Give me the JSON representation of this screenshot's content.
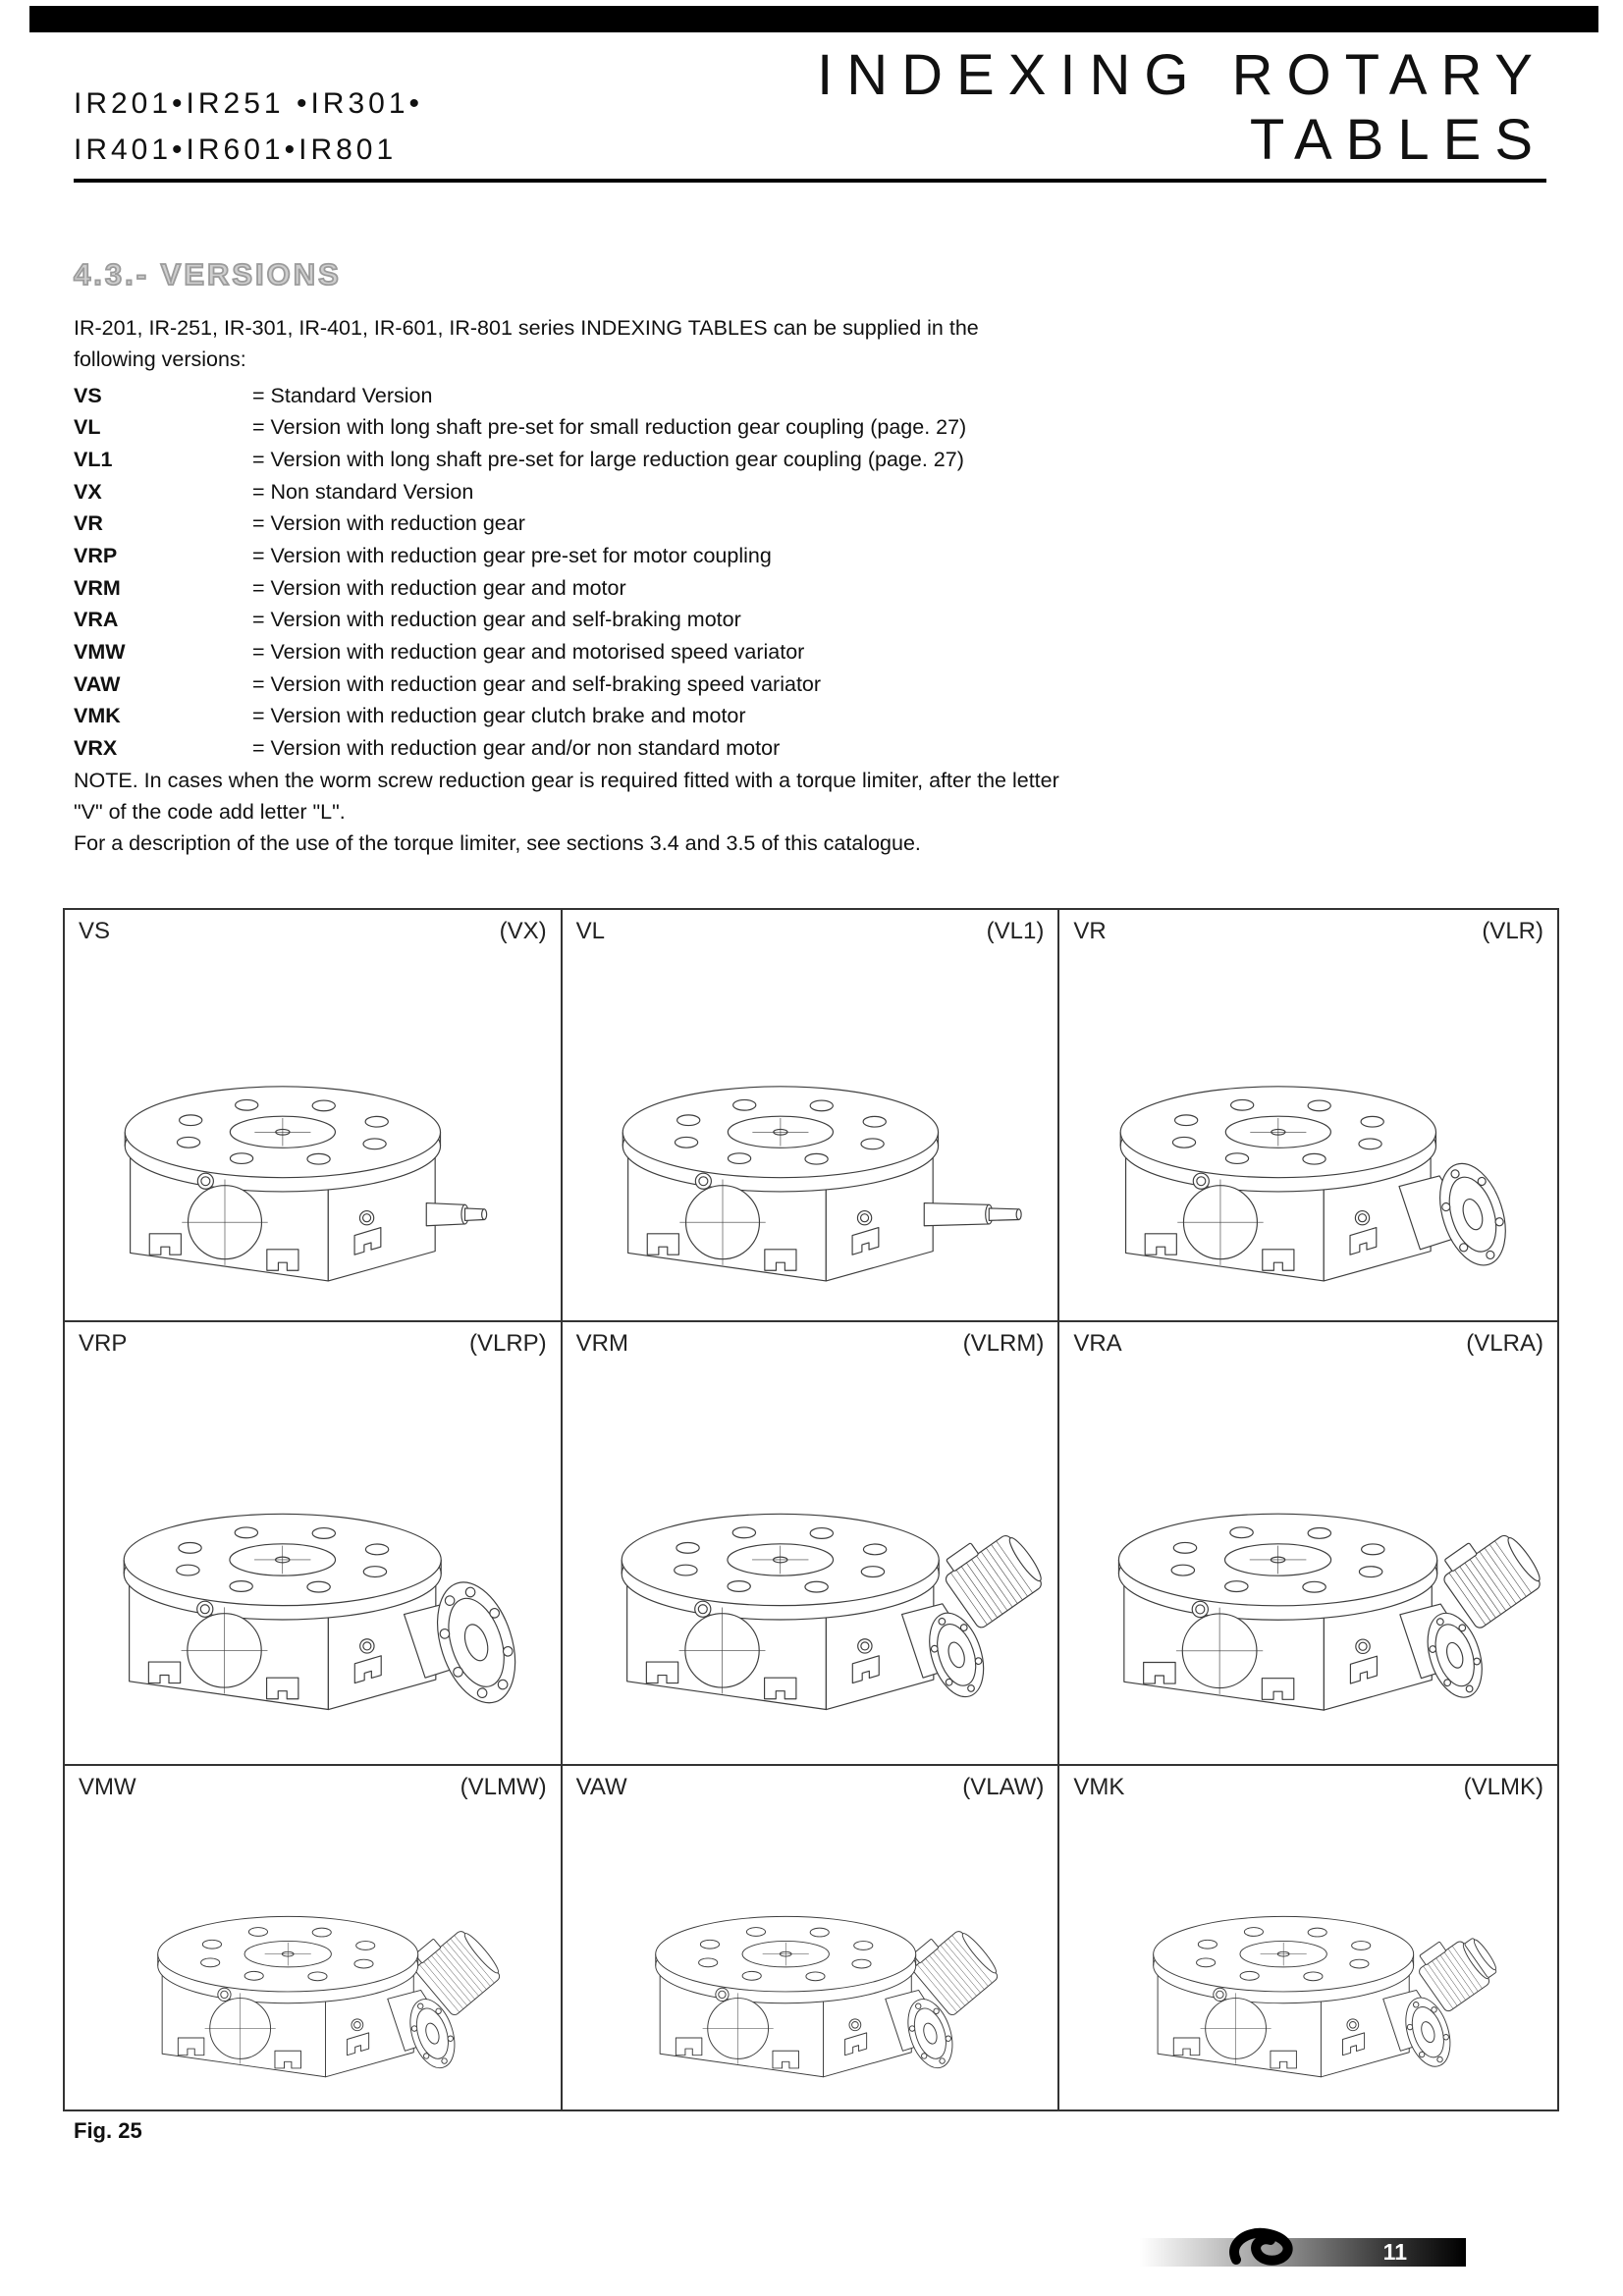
{
  "header": {
    "models_line1": "IR201•IR251 •IR301•",
    "models_line2": "IR401•IR601•IR801",
    "title_line1": "INDEXING ROTARY",
    "title_line2": "TABLES"
  },
  "section": {
    "heading": "4.3.- VERSIONS",
    "intro": "IR-201, IR-251, IR-301, IR-401, IR-601, IR-801 series INDEXING TABLES can be supplied in the following versions:",
    "versions": [
      {
        "code": "VS",
        "desc": "= Standard Version"
      },
      {
        "code": "VL",
        "desc": "= Version with long shaft pre-set for small reduction gear coupling (page. 27)"
      },
      {
        "code": "VL1",
        "desc": "= Version with long shaft pre-set for large reduction gear coupling (page. 27)"
      },
      {
        "code": "VX",
        "desc": "= Non standard Version"
      },
      {
        "code": "VR",
        "desc": "= Version with reduction gear"
      },
      {
        "code": "VRP",
        "desc": "= Version with reduction gear pre-set for motor coupling"
      },
      {
        "code": "VRM",
        "desc": "= Version with reduction gear and motor"
      },
      {
        "code": "VRA",
        "desc": "= Version with reduction gear and self-braking motor"
      },
      {
        "code": "VMW",
        "desc": "= Version with reduction gear and motorised speed variator"
      },
      {
        "code": "VAW",
        "desc": "= Version with reduction gear and self-braking speed variator"
      },
      {
        "code": "VMK",
        "desc": "= Version with reduction gear clutch brake and motor"
      },
      {
        "code": "VRX",
        "desc": "= Version with reduction gear and/or non standard motor"
      }
    ],
    "note1": "NOTE. In cases when the worm screw reduction gear is required fitted with a torque limiter, after the letter \"V\" of the code add letter \"L\".",
    "note2": "For a description of the use of the torque limiter, see sections 3.4 and 3.5 of this catalogue."
  },
  "figure": {
    "caption": "Fig. 25",
    "cells": [
      {
        "label": "VS",
        "alt": "(VX)",
        "variant": "shaft-short"
      },
      {
        "label": "VL",
        "alt": "(VL1)",
        "variant": "shaft-long"
      },
      {
        "label": "VR",
        "alt": "(VLR)",
        "variant": "gear"
      },
      {
        "label": "VRP",
        "alt": "(VLRP)",
        "variant": "gear-flange"
      },
      {
        "label": "VRM",
        "alt": "(VLRM)",
        "variant": "gear-motor"
      },
      {
        "label": "VRA",
        "alt": "(VLRA)",
        "variant": "gear-motor"
      },
      {
        "label": "VMW",
        "alt": "(VLMW)",
        "variant": "gear-variator"
      },
      {
        "label": "VAW",
        "alt": "(VLAW)",
        "variant": "gear-variator"
      },
      {
        "label": "VMK",
        "alt": "(VLMK)",
        "variant": "gear-brake-motor"
      }
    ]
  },
  "footer": {
    "page_number": "11"
  },
  "colors": {
    "header_bar": "#000000",
    "line_art": "#3d3d3d"
  }
}
